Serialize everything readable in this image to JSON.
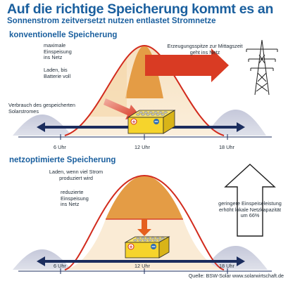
{
  "header": {
    "title": "Auf die richtige Speicherung kommt es an",
    "subtitle": "Sonnenstrom zeitversetzt nutzen entlastet Stromnetze"
  },
  "top_panel": {
    "heading": "konventionelle Speicherung",
    "label_max_feed": "maximale\nEinspeisung\nins Netz",
    "label_charge": "Laden, bis\nBatterie voll",
    "label_consumption": "Verbrauch des gespeicherten\nSolarstromes",
    "label_peak": "Erzeugungsspitze zur Mittagszeit\ngeht ins Netz",
    "axis": [
      "6 Uhr",
      "12 Uhr",
      "18 Uhr"
    ]
  },
  "bottom_panel": {
    "heading": "netzoptimierte Speicherung",
    "label_charge": "Laden, wenn viel Strom\nproduziert wird",
    "label_reduced_feed": "reduzierte\nEinspeisung\nins Netz",
    "label_capacity": "geringere Einspeiseleistung\nerhöht lokale Netzkapazität\num 66%",
    "axis": [
      "6 Uhr",
      "12 Uhr",
      "18 Uhr"
    ]
  },
  "footer": {
    "source": "Quelle: BSW-Solar www.solarwirtschaft.de"
  },
  "colors": {
    "title_blue": "#1a5f9e",
    "curve_red": "#d22b1d",
    "area_orange": "#e49c45",
    "area_cream": "#f8e7cc",
    "hill_grey": "#cdd0de",
    "axis_navy": "#1b2d5e",
    "battery_yellow": "#f6d42c"
  }
}
